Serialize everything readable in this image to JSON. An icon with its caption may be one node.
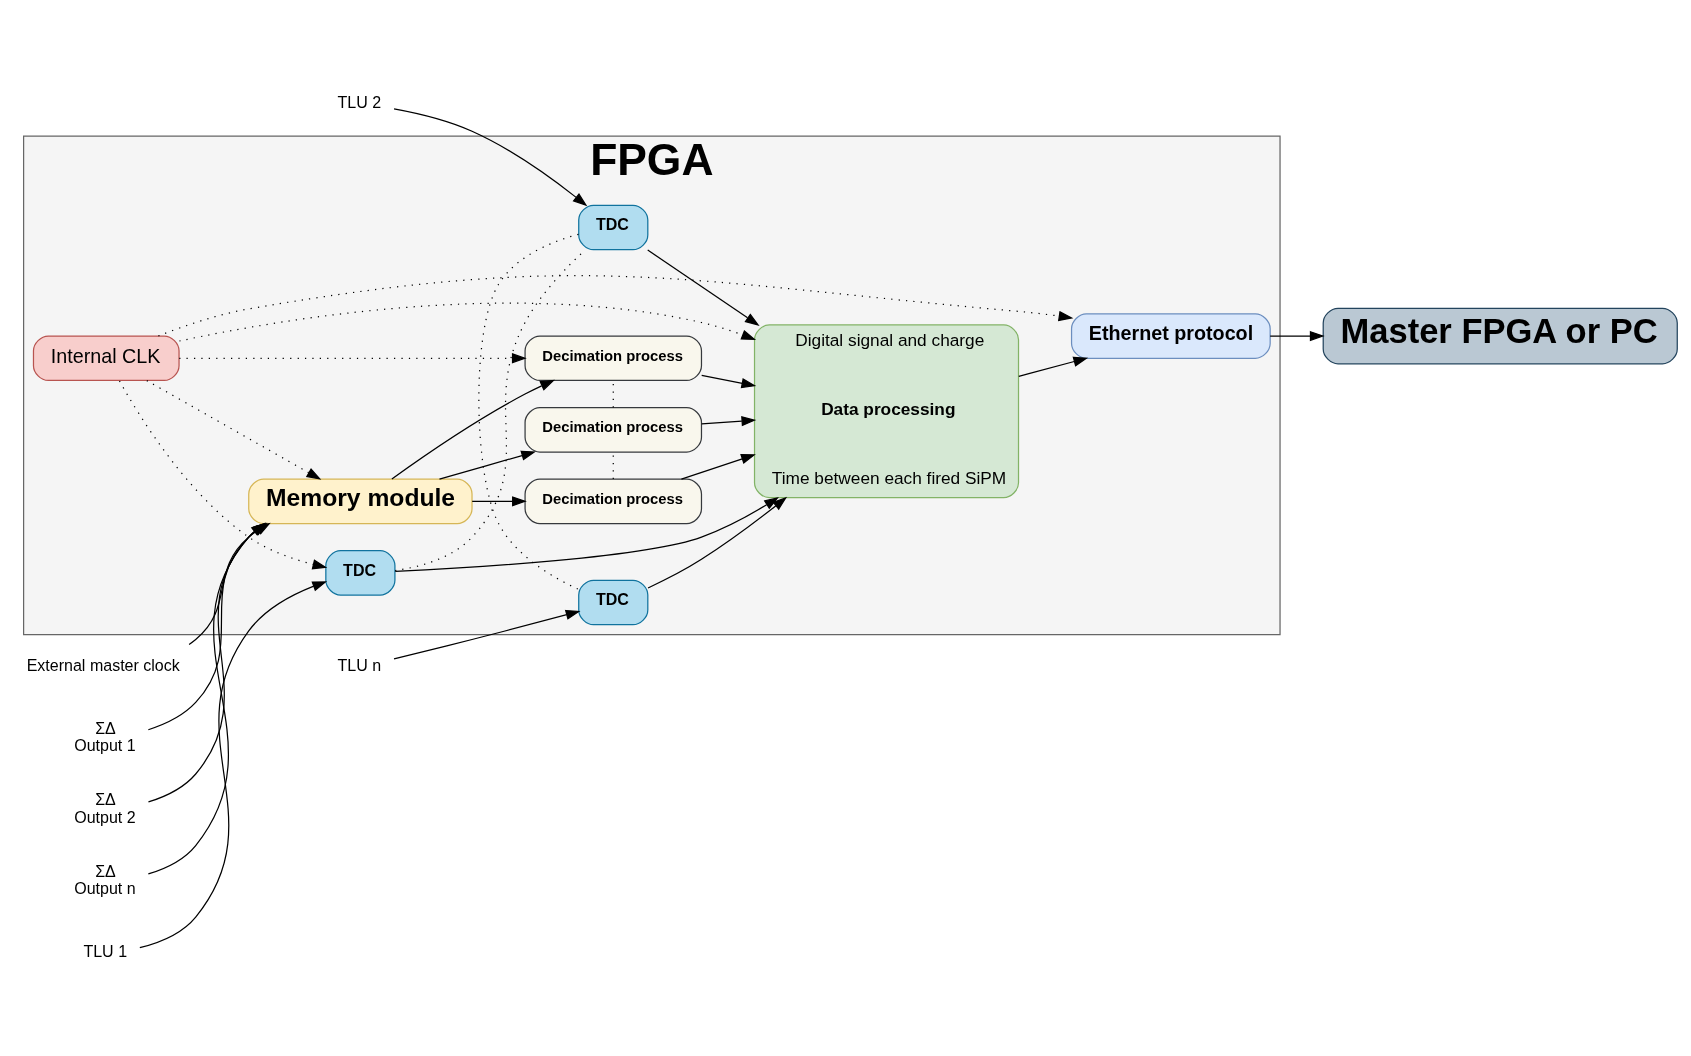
{
  "diagram": {
    "nodes": [
      {
        "text": [
          "FPGA"
        ]
      },
      {
        "text": [
          "Memory module"
        ],
        "in": 0
      },
      {
        "text": [
          "Decimation process"
        ],
        "in": 0
      },
      {
        "text": [
          "Decimation process"
        ],
        "in": 0
      },
      {
        "text": [
          "Decimation process"
        ],
        "in": 0
      },
      {
        "text": [
          "Internal CLK"
        ],
        "in": 0
      },
      {
        "text": [
          "TDC"
        ],
        "in": 0
      },
      {
        "text": [
          "TDC"
        ],
        "in": 0
      },
      {
        "text": [
          "TDC"
        ],
        "in": 0
      },
      {
        "text": [
          "Digital signal and charge",
          "Data processing",
          "Time between each fired SiPM"
        ],
        "in": 0
      },
      {
        "text": [
          "Ethernet protocol"
        ],
        "in": 0
      },
      {
        "text": [
          "Master FPGA or PC"
        ]
      },
      {
        "text": [
          "External master clock"
        ]
      },
      {
        "text": [
          "ΣΔ",
          "Output 1"
        ]
      },
      {
        "text": [
          "ΣΔ",
          "Output 2"
        ]
      },
      {
        "text": [
          "ΣΔ",
          "Output n"
        ]
      },
      {
        "text": [
          "TLU 1"
        ]
      },
      {
        "text": [
          "TLU 2"
        ]
      },
      {
        "text": [
          "TLU n"
        ]
      }
    ],
    "edges": [
      {
        "from": 12,
        "to": 1,
        "arrow": "to"
      },
      {
        "from": 13,
        "to": 1,
        "arrow": "to"
      },
      {
        "from": 14,
        "to": 1,
        "arrow": "to"
      },
      {
        "from": 15,
        "to": 1,
        "arrow": "to"
      },
      {
        "from": 1,
        "to": 2,
        "arrow": "to"
      },
      {
        "from": 1,
        "to": 3,
        "arrow": "to"
      },
      {
        "from": 1,
        "to": 4,
        "arrow": "to"
      },
      {
        "from": 2,
        "to": 3,
        "arrow": "none",
        "style": "dashed"
      },
      {
        "from": 3,
        "to": 4,
        "arrow": "none",
        "style": "dashed"
      },
      {
        "from": 2,
        "to": 9,
        "arrow": "to"
      },
      {
        "from": 3,
        "to": 9,
        "arrow": "to"
      },
      {
        "from": 4,
        "to": 9,
        "arrow": "to"
      },
      {
        "from": 5,
        "to": 1,
        "arrow": "to",
        "style": "dashed"
      },
      {
        "from": 5,
        "to": 4,
        "arrow": "to",
        "style": "dashed"
      },
      {
        "from": 5,
        "to": 9,
        "arrow": "to",
        "style": "dashed"
      },
      {
        "from": 5,
        "to": 10,
        "arrow": "to",
        "style": "dashed"
      },
      {
        "from": 5,
        "to": 6,
        "arrow": "to",
        "style": "dashed"
      },
      {
        "from": 16,
        "to": 6,
        "arrow": "to"
      },
      {
        "from": 17,
        "to": 7,
        "arrow": "to"
      },
      {
        "from": 18,
        "to": 8,
        "arrow": "to"
      },
      {
        "from": 6,
        "to": 7,
        "arrow": "none",
        "style": "dashed"
      },
      {
        "from": 7,
        "to": 8,
        "arrow": "none",
        "style": "dashed"
      },
      {
        "from": 6,
        "to": 9,
        "arrow": "to"
      },
      {
        "from": 7,
        "to": 9,
        "arrow": "to"
      },
      {
        "from": 8,
        "to": 9,
        "arrow": "to"
      },
      {
        "from": 9,
        "to": 10,
        "arrow": "to"
      },
      {
        "from": 10,
        "to": 11,
        "arrow": "to"
      }
    ]
  }
}
